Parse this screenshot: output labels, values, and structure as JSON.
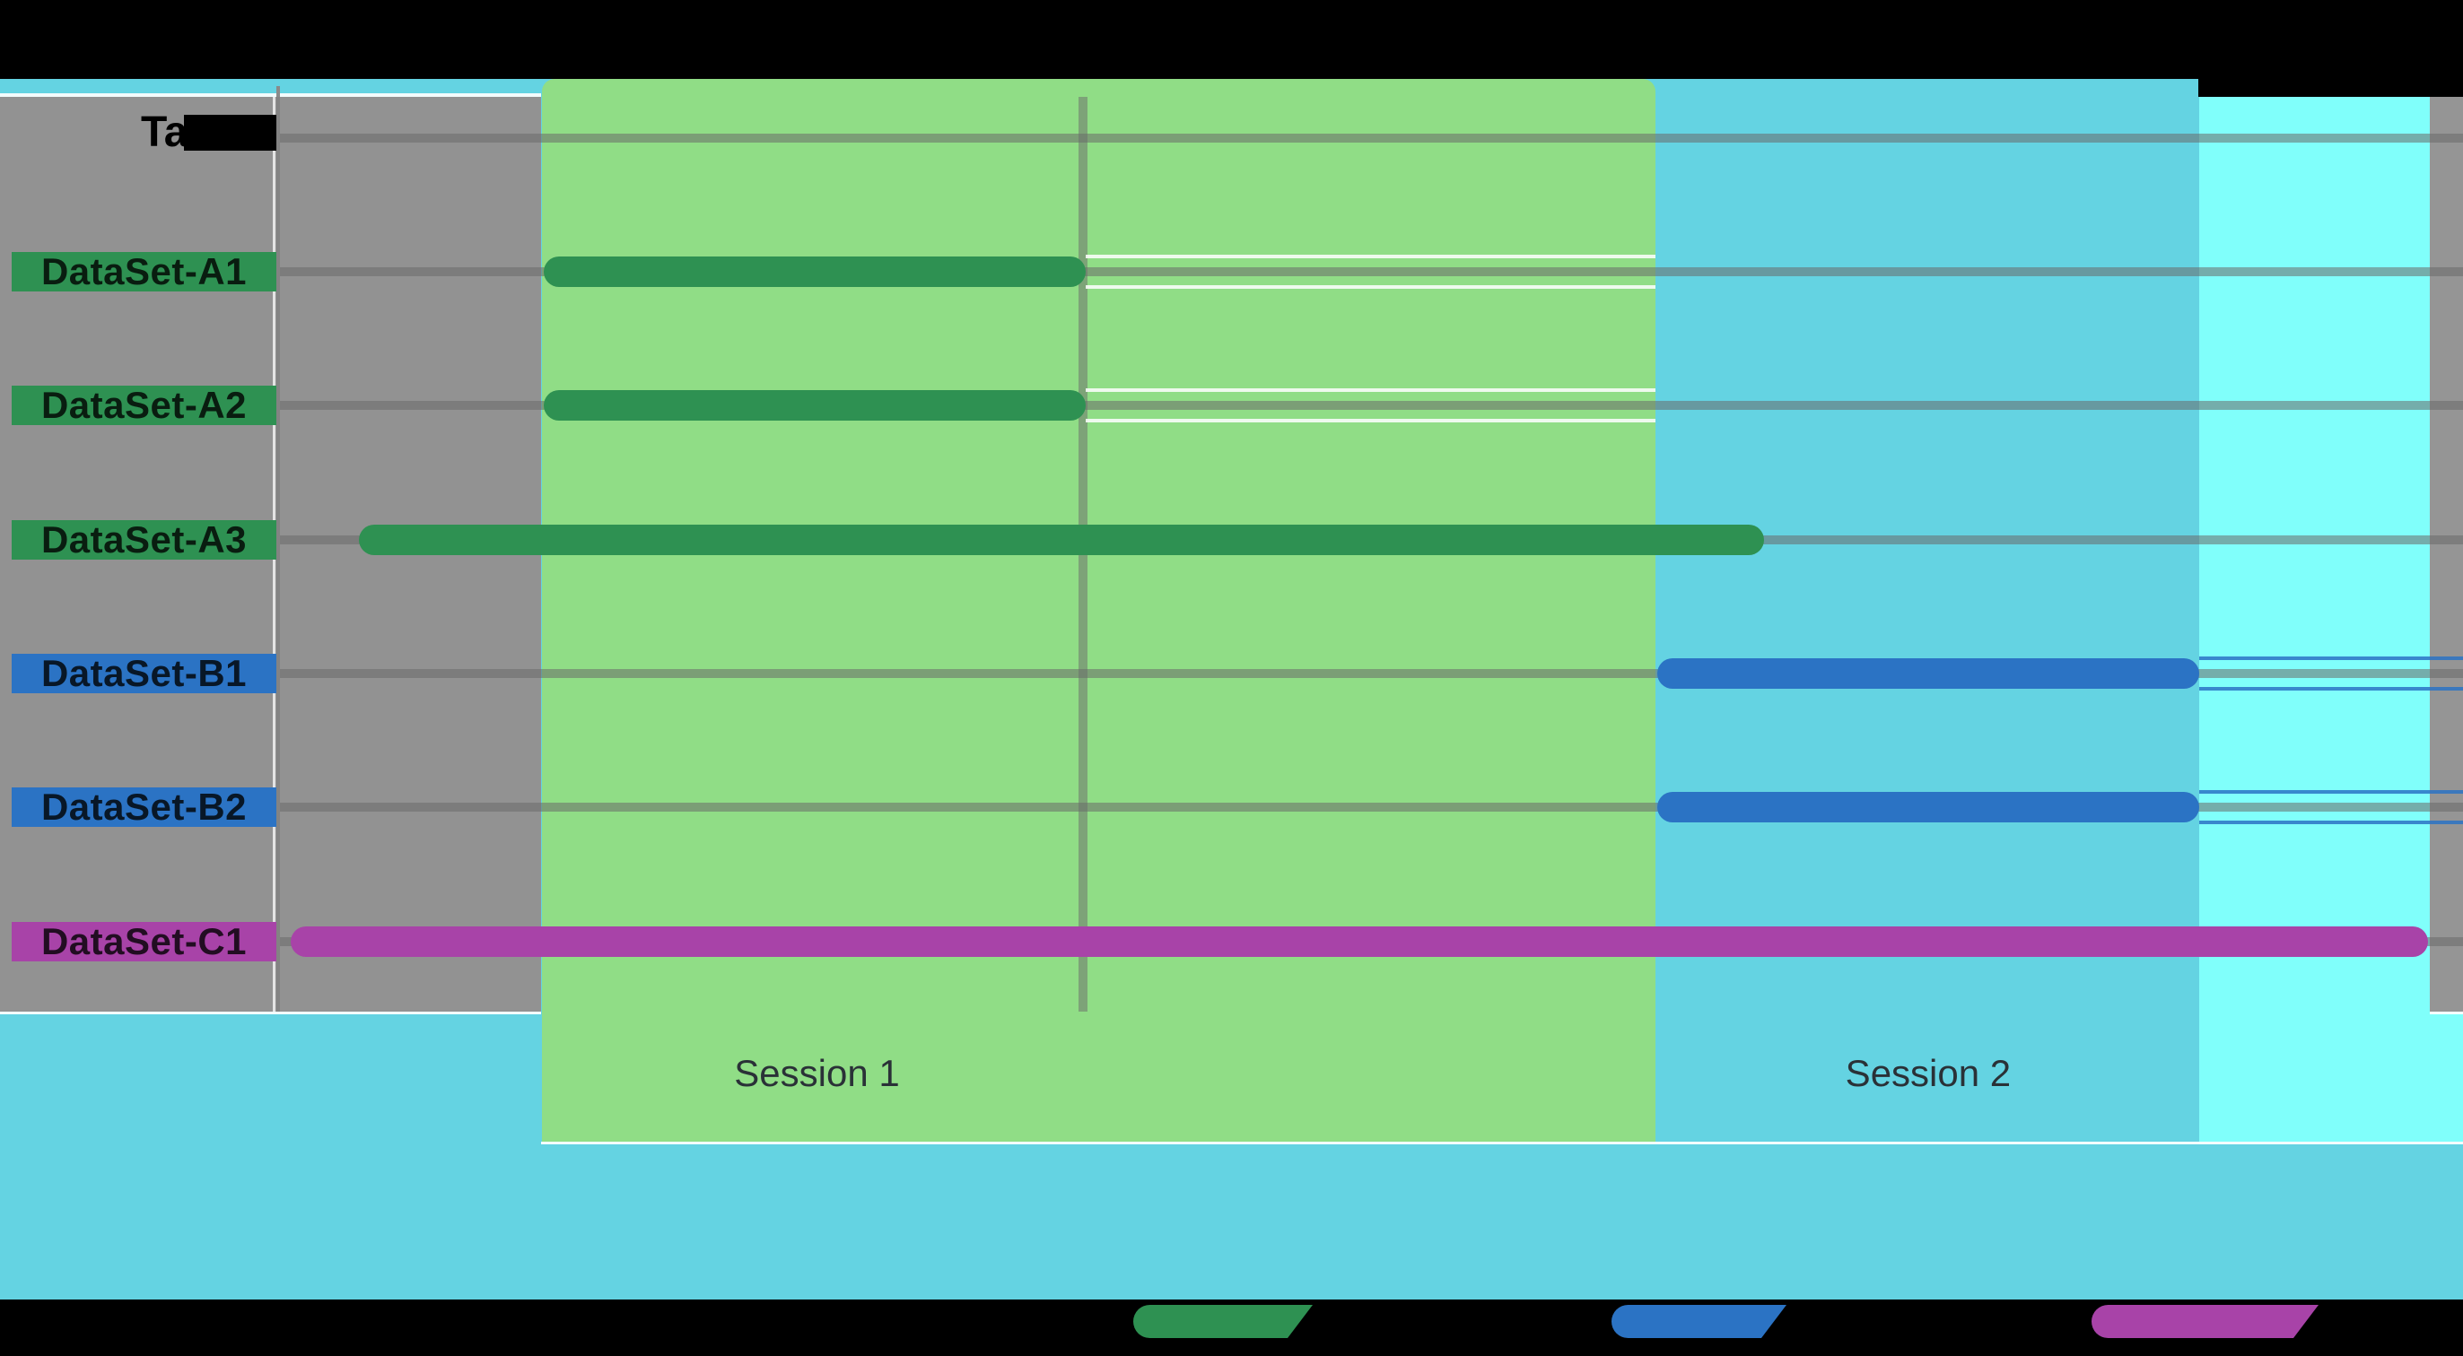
{
  "colors": {
    "paper_cyan": "#64d3e2",
    "plot_gray": "#929292",
    "aqua_band": "#80fffb",
    "session1_green_band": "#90dd86",
    "session2_cyan_band": "#64d3e2",
    "bar_green": "#2e9152",
    "bar_blue": "#2b73c4",
    "bar_magenta": "#a843a8",
    "gridline_gray": "#696969"
  },
  "chart_data": {
    "type": "gantt",
    "header": "Task",
    "x_axis": {
      "unit": "percent_of_plot_width",
      "min": 0,
      "max": 100,
      "tick_labels_visible": false,
      "grid": "per-row horizontal lines, one vertical gridline at 36.8%"
    },
    "sessions": [
      {
        "label": "Session 1",
        "band_color": "#90dd86",
        "start_pct": 12.0,
        "end_pct": 63.0,
        "label_center_pct": 24.6,
        "rounded_top": true
      },
      {
        "label": "Session 2",
        "band_color": "#64d3e2",
        "start_pct": 63.0,
        "end_pct": 87.9,
        "label_center_pct": 75.5,
        "rounded_top": true
      },
      {
        "label": "",
        "band_color": "#80fffb",
        "start_pct": 87.9,
        "end_pct": 100,
        "label_center_pct": null,
        "rounded_top": false
      }
    ],
    "v_gridline_pct": 36.8,
    "rows": [
      {
        "label": "DataSet-A1",
        "color": "#2e9152",
        "start_pct": 12.1,
        "end_pct": 36.9,
        "trail": {
          "color": "#ffffff",
          "to_pct": 63.0
        }
      },
      {
        "label": "DataSet-A2",
        "color": "#2e9152",
        "start_pct": 12.1,
        "end_pct": 36.9,
        "trail": {
          "color": "#ffffff",
          "to_pct": 63.0
        }
      },
      {
        "label": "DataSet-A3",
        "color": "#2e9152",
        "start_pct": 3.6,
        "end_pct": 68.0,
        "trail": null
      },
      {
        "label": "DataSet-B1",
        "color": "#2b73c4",
        "start_pct": 63.1,
        "end_pct": 87.9,
        "trail": {
          "color": "#2b73c4",
          "to_pct": 100
        }
      },
      {
        "label": "DataSet-B2",
        "color": "#2b73c4",
        "start_pct": 63.1,
        "end_pct": 87.9,
        "trail": {
          "color": "#2b73c4",
          "to_pct": 100
        }
      },
      {
        "label": "DataSet-C1",
        "color": "#a843a8",
        "start_pct": 0.5,
        "end_pct": 98.4,
        "trail": null
      }
    ],
    "legend": [
      {
        "label": "",
        "color": "#2e9152"
      },
      {
        "label": "",
        "color": "#2b73c4"
      },
      {
        "label": "",
        "color": "#a843a8"
      }
    ]
  }
}
